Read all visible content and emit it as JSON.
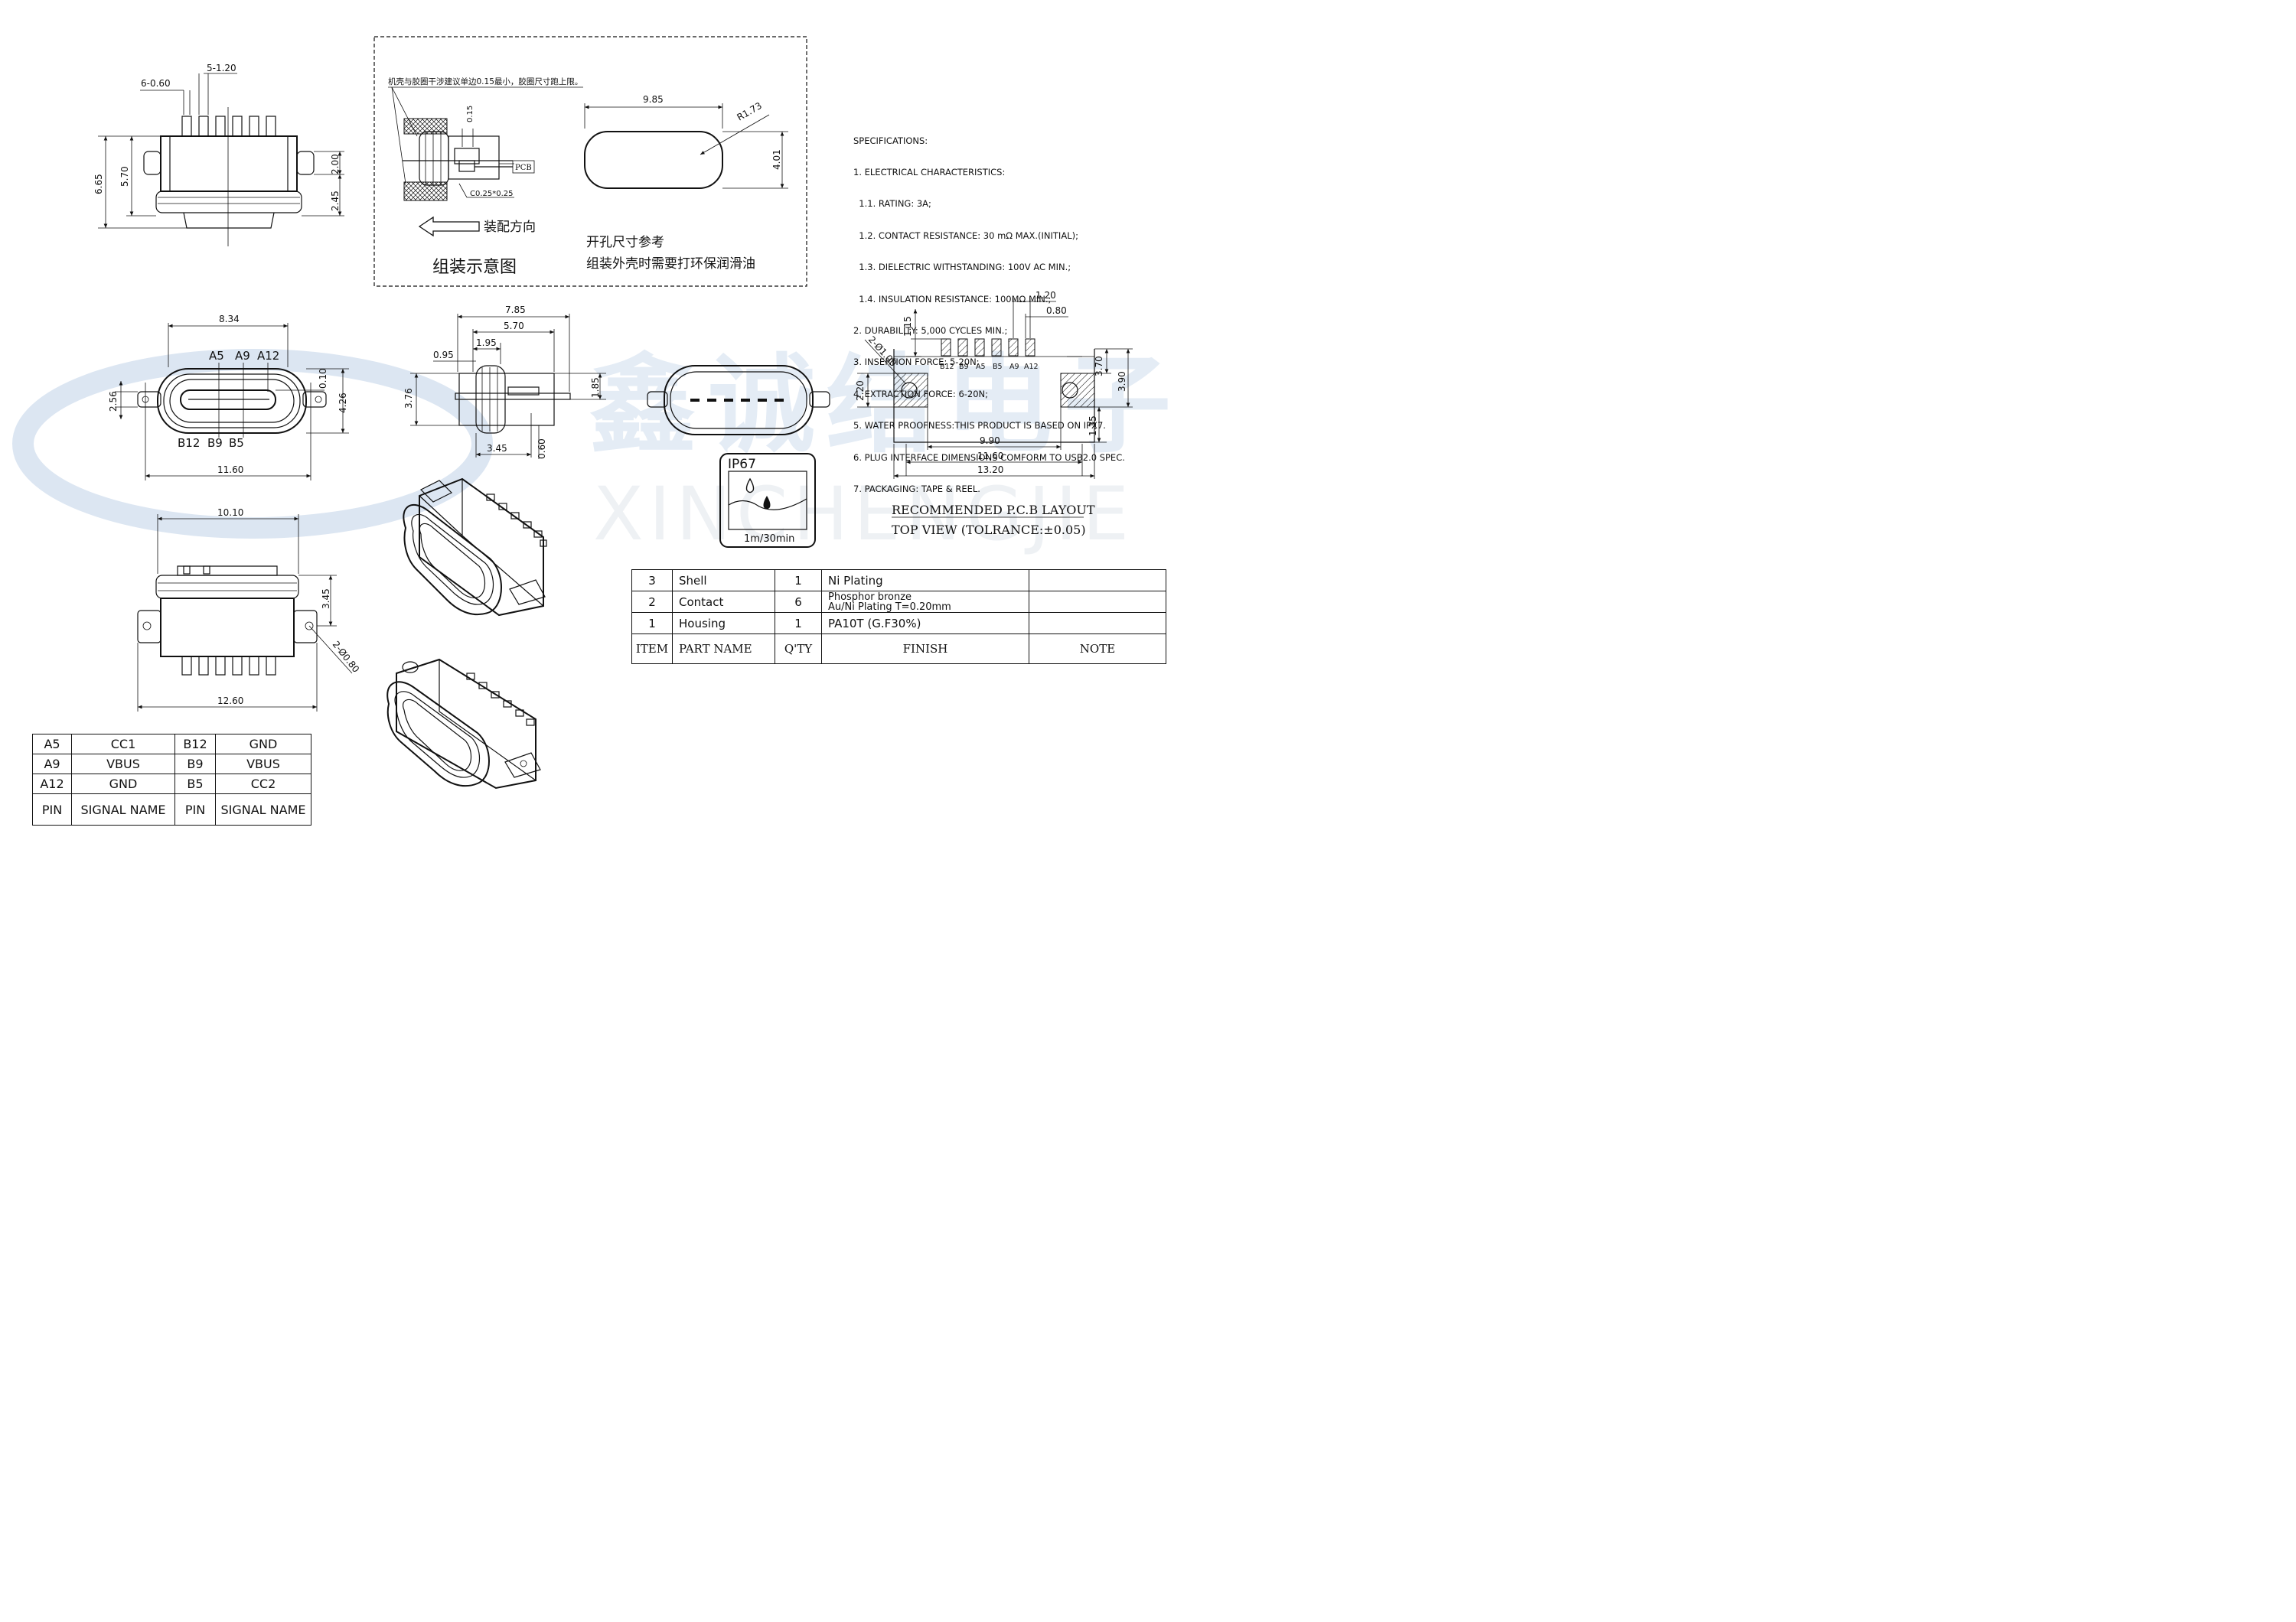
{
  "watermark": {
    "cn": "鑫诚结电子",
    "en": "XINCHENGJIE",
    "color": "#dce6f2"
  },
  "side_view": {
    "d_6_60": "6-0.60",
    "d_5_120": "5-1.20",
    "d_665": "6.65",
    "d_570": "5.70",
    "d_200": "2.00",
    "d_245": "2.45"
  },
  "assembly_box": {
    "note": "机壳与胶圈干涉建议单边0.15最小，胶圈尺寸跑上限。",
    "d_015": "0.15",
    "pcb": "PCB",
    "chamfer": "C0.25*0.25",
    "arrow_label": "装配方向",
    "caption": "组装示意图",
    "d_985": "9.85",
    "d_r173": "R1.73",
    "d_401": "4.01",
    "cutout_note_1": "开孔尺寸参考",
    "cutout_note_2": "组装外壳时需要打环保润滑油"
  },
  "specifications": {
    "lines": [
      "SPECIFICATIONS:",
      "1. ELECTRICAL CHARACTERISTICS:",
      "  1.1. RATING: 3A;",
      "  1.2. CONTACT RESISTANCE: 30 mΩ MAX.(INITIAL);",
      "  1.3. DIELECTRIC WITHSTANDING: 100V AC MIN.;",
      "  1.4. INSULATION RESISTANCE: 100MΩ MIN.;",
      "2. DURABILITY: 5,000 CYCLES MIN.;",
      "3. INSERTION FORCE: 5-20N;",
      "4. EXTRACTION FORCE: 6-20N;",
      "5. WATER PROOFNESS:THIS PRODUCT IS BASED ON IPX7.",
      "6. PLUG INTERFACE DIMENSIONS COMFORM TO USB2.0 SPEC.",
      "7. PACKAGING: TAPE & REEL."
    ]
  },
  "front_view": {
    "d_834": "8.34",
    "a5": "A5",
    "a9": "A9",
    "a12": "A12",
    "b12": "B12",
    "b9": "B9",
    "b5": "B5",
    "d_256": "2.56",
    "d_010": "0.10",
    "d_426": "4.26",
    "d_1160": "11.60"
  },
  "section_view": {
    "d_785": "7.85",
    "d_570": "5.70",
    "d_195": "1.95",
    "d_095": "0.95",
    "d_376": "3.76",
    "d_185": "1.85",
    "d_345": "3.45",
    "d_060": "0.60"
  },
  "ip67": {
    "title": "IP67",
    "depth": "1m/30min"
  },
  "pcb_layout": {
    "pads": [
      "B12",
      "B9",
      "A5",
      "B5",
      "A9",
      "A12"
    ],
    "d_120": "1.20",
    "d_080": "0.80",
    "d_115": "1.15",
    "d_2100": "2-Ø1.00",
    "d_220": "2.20",
    "d_370": "3.70",
    "d_390": "3.90",
    "d_135": "1.35",
    "d_990": "9.90",
    "d_1160": "11.60",
    "d_1320": "13.20",
    "title_1": "RECOMMENDED P.C.B LAYOUT",
    "title_2": "TOP VIEW (TOLRANCE:±0.05)"
  },
  "bottom_view": {
    "d_1010": "10.10",
    "d_345": "3.45",
    "d_2080": "2-Ø0.80",
    "d_1260": "12.60"
  },
  "pin_table": {
    "rows": [
      [
        "A5",
        "CC1",
        "B12",
        "GND"
      ],
      [
        "A9",
        "VBUS",
        "B9",
        "VBUS"
      ],
      [
        "A12",
        "GND",
        "B5",
        "CC2"
      ]
    ],
    "header": [
      "PIN",
      "SIGNAL NAME",
      "PIN",
      "SIGNAL NAME"
    ]
  },
  "bom_table": {
    "rows": [
      {
        "item": "3",
        "part": "Shell",
        "qty": "1",
        "finish": "Ni  Plating",
        "note": ""
      },
      {
        "item": "2",
        "part": "Contact",
        "qty": "6",
        "finish": "Phosphor bronze",
        "finish2": "Au/Ni  Plating  T=0.20mm",
        "note": ""
      },
      {
        "item": "1",
        "part": "Housing",
        "qty": "1",
        "finish": "PA10T (G.F30%)",
        "note": ""
      }
    ],
    "header": {
      "item": "ITEM",
      "part": "PART  NAME",
      "qty": "Q'TY",
      "finish": "FINISH",
      "note": "NOTE"
    }
  }
}
